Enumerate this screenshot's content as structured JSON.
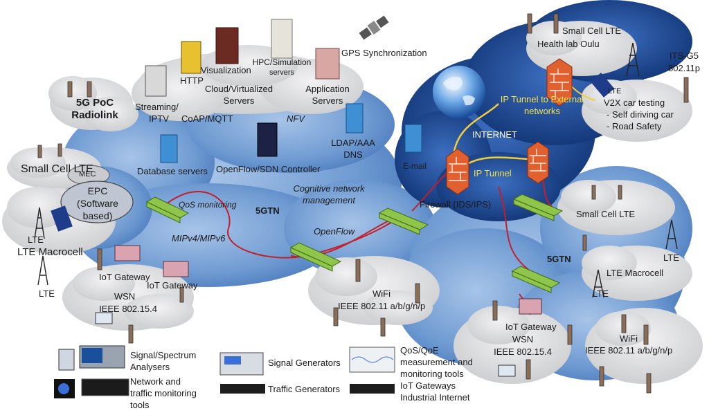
{
  "colors": {
    "big_cloud": "#7aa3d6",
    "big_cloud_dark": "#2f5fa6",
    "internet_cloud": "#133e86",
    "grey_cloud": "#d9dadc",
    "switch": "#8fc54a",
    "firewall": "#e0612f",
    "red_link": "#c2202a",
    "yellow_link": "#f2cf3a"
  },
  "labels": {
    "gps": "GPS Synchronization",
    "visualization": "Visualization",
    "hpc": "HPC/Simulation",
    "servers_small": "servers",
    "http": "HTTP",
    "cloud_virtualized": "Cloud/Virtualized",
    "servers": "Servers",
    "application": "Application",
    "app_servers": "Servers",
    "poc_line1": "5G PoC",
    "poc_line2": "Radiolink",
    "streaming": "Streaming/",
    "iptv": "IPTV",
    "coap": "CoAP/MQTT",
    "nfv": "NFV",
    "ldap": "LDAP/AAA",
    "dns": "DNS",
    "email": "E-mail",
    "small_cell_lte_left": "Small Cell LTE",
    "mec": "MEC",
    "database": "Database servers",
    "openflow_sdn": "OpenFlow/SDN Controller",
    "cognitive1": "Cognitive network",
    "cognitive2": "management",
    "epc1": "EPC",
    "epc2": "(Software",
    "epc3": "based)",
    "qos_monitoring": "QoS monitoring",
    "fivegtn_left": "5GTN",
    "mipv": "MIPv4/MIPv6",
    "openflow": "OpenFlow",
    "lte_a": "LTE",
    "lte_macro_left": "LTE Macrocell",
    "iot_gateway_1": "IoT Gateway",
    "iot_gateway_2": "IoT Gateway",
    "lte_bottom_left": "LTE",
    "wsn_left": "WSN",
    "ieee_left": "IEEE 802.15.4",
    "wifi_mid": "WiFi",
    "ieee_mid": "IEEE 802.11 a/b/g/n/p",
    "small_cell_lte_top": "Small Cell LTE",
    "health_lab": "Health lab Oulu",
    "its_g5": "ITS-G5",
    "its_std": "802.11p",
    "ip_tunnel_ext1": "IP Tunnel to External",
    "ip_tunnel_ext2": "networks",
    "lte_v2x": "LTE",
    "v2x1": "V2X car testing",
    "v2x2": "- Self diriving car",
    "v2x3": "- Road Safety",
    "internet": "INTERNET",
    "ip_tunnel": "IP Tunnel",
    "firewall": "Firewall (IDS/IPS)",
    "small_cell_lte_right": "Small Cell LTE",
    "fivegtn_right": "5GTN",
    "lte_right": "LTE",
    "lte_macro_right": "LTE Macrocell",
    "lte_right2": "LTE",
    "iot_gateway_right": "IoT Gateway",
    "wsn_right": "WSN",
    "ieee_right_wsn": "IEEE 802.15.4",
    "wifi_right": "WiFi",
    "ieee_right_wifi": "IEEE 802.11 a/b/g/n/p"
  },
  "legend": {
    "signal_analysers1": "Signal/Spectrum",
    "signal_analysers2": "Analysers",
    "network_tools1": "Network and",
    "network_tools2": "traffic monitoring",
    "network_tools3": "tools",
    "signal_generators": "Signal Generators",
    "traffic_generators": "Traffic Generators",
    "qos1": "QoS/QoE",
    "qos2": "measurement  and",
    "qos3": "monitoring tools",
    "qos4": "IoT Gateways",
    "qos5": "Industrial Internet"
  }
}
